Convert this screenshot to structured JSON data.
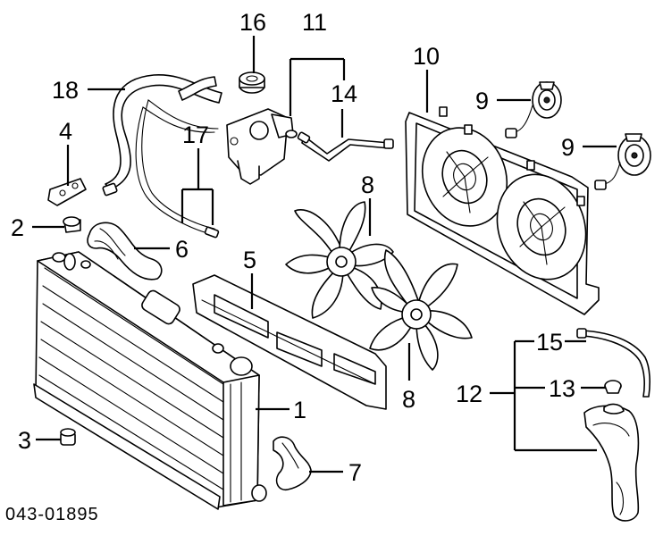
{
  "diagram_code": "043-01895",
  "callouts": {
    "c1": "1",
    "c2": "2",
    "c3": "3",
    "c4": "4",
    "c5": "5",
    "c6": "6",
    "c7": "7",
    "c8a": "8",
    "c8b": "8",
    "c9a": "9",
    "c9b": "9",
    "c10": "10",
    "c11": "11",
    "c12": "12",
    "c13": "13",
    "c14": "14",
    "c15": "15",
    "c16": "16",
    "c17": "17",
    "c18": "18"
  }
}
